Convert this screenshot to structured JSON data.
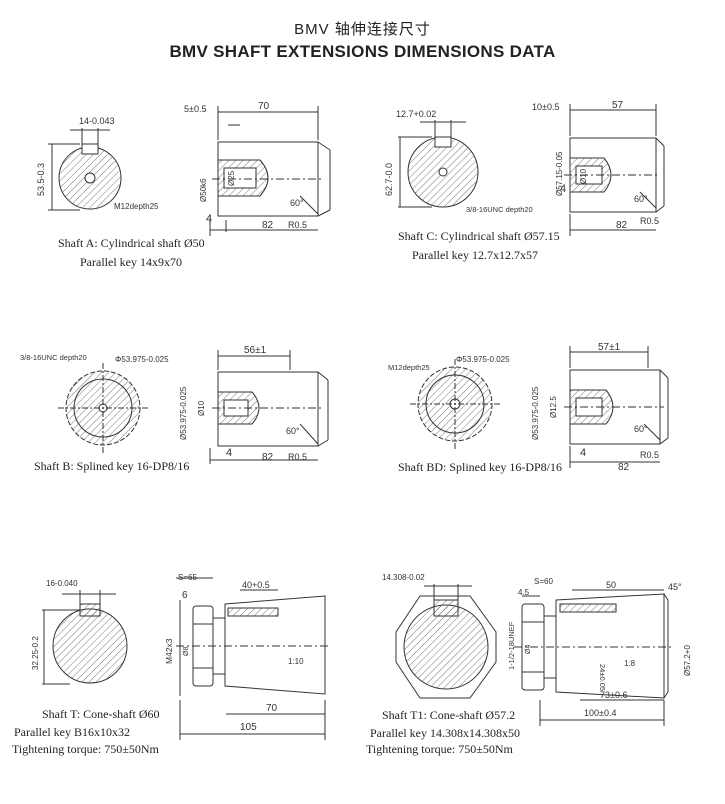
{
  "title_cn": "BMV 轴伸连接尺寸",
  "title_en": "BMV SHAFT EXTENSIONS DIMENSIONS DATA",
  "panels": {
    "a": {
      "caption1": "Shaft A: Cylindrical shaft Ø50",
      "caption2": "Parallel key 14x9x70",
      "dim_key_width": "14-0.043",
      "dim_key_height": "53.5-0.3",
      "note_thread": "M12depth25",
      "dim_dia": "Ø50k6",
      "dim_small": "Ø25",
      "dim_off": "5±0.5",
      "dim_len": "70",
      "dim_total": "82",
      "dim_4": "4",
      "dim_angle": "60°",
      "dim_r": "R0.5"
    },
    "c": {
      "caption1": "Shaft C: Cylindrical shaft Ø57.15",
      "caption2": "Parallel key 12.7x12.7x57",
      "dim_key_width": "12.7+0.02",
      "dim_key_height": "62.7-0.0",
      "note_thread": "3/8-16UNC depth20",
      "dim_dia": "Ø57.15-0.05",
      "dim_small": "Ø10",
      "dim_off": "10±0.5",
      "dim_len": "57",
      "dim_total": "82",
      "dim_4": "4",
      "dim_angle": "60°",
      "dim_r": "R0.5"
    },
    "b": {
      "caption1": "Shaft B: Splined key 16-DP8/16",
      "note_thread": "3/8-16UNC depth20",
      "dim_spline": "Φ53.975-0.025",
      "dim_dia": "Ø53.975-0.025",
      "dim_small": "Ø10",
      "dim_len": "56±1",
      "dim_total": "82",
      "dim_4": "4",
      "dim_angle": "60°",
      "dim_r": "R0.5"
    },
    "bd": {
      "caption1": "Shaft BD: Splined key 16-DP8/16",
      "note_thread": "M12depth25",
      "dim_spline": "Φ53.975-0.025",
      "dim_dia": "Ø53.975-0.025",
      "dim_small": "Ø12.5",
      "dim_len": "57±1",
      "dim_total": "82",
      "dim_4": "4",
      "dim_angle": "60°",
      "dim_r": "R0.5"
    },
    "t": {
      "caption1": "Shaft T: Cone-shaft Ø60",
      "caption2": "Parallel key B16x10x32",
      "caption3": "Tightening torque: 750±50Nm",
      "dim_key_width": "16-0.040",
      "dim_key_height": "32.25-0.2",
      "dim_s": "S=65",
      "dim_6": "6",
      "dim_40": "40+0.5",
      "dim_thread": "M42x3",
      "dim_pin": "Ø8",
      "dim_taper": "1:10",
      "dim_70": "70",
      "dim_105": "105"
    },
    "t1": {
      "caption1": "Shaft T1: Cone-shaft Ø57.2",
      "caption2": "Parallel key 14.308x14.308x50",
      "caption3": "Tightening torque: 750±50Nm",
      "dim_key_width": "14.308-0.02",
      "dim_s": "S=60",
      "dim_45": "4.5",
      "dim_50": "50",
      "dim_angle": "45°",
      "dim_thread": "1-1/2-18UNEF",
      "dim_pin": "Ø4",
      "dim_24": "24±0.05",
      "dim_taper": "1:8",
      "dim_dia": "Ø57.2+0",
      "dim_73": "73±0.6",
      "dim_100": "100±0.4"
    }
  }
}
